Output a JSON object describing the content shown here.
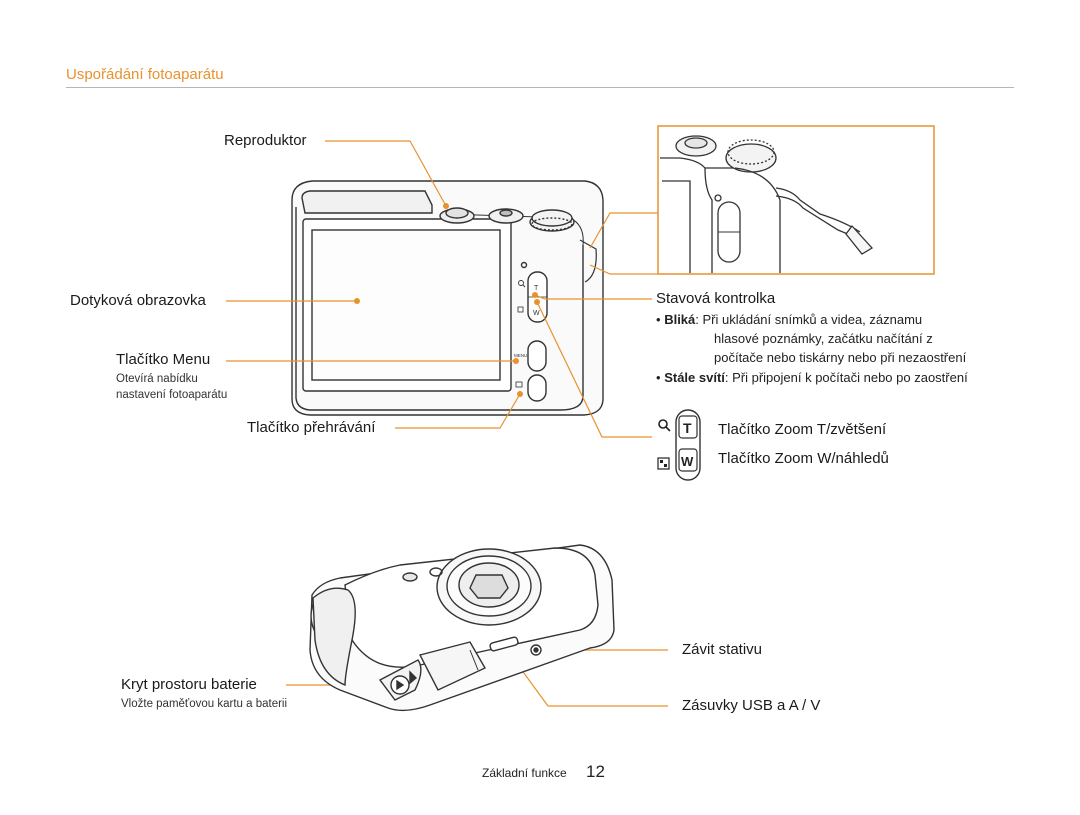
{
  "section_title": "Uspořádání fotoaparátu",
  "labels": {
    "speaker": "Reproduktor",
    "touchscreen": "Dotyková obrazovka",
    "menu_button": "Tlačítko Menu",
    "menu_button_desc_1": "Otevírá nabídku",
    "menu_button_desc_2": "nastavení fotoaparátu",
    "playback_button": "Tlačítko přehrávání",
    "status_lamp": "Stavová kontrolka",
    "zoom_t": "Tlačítko Zoom T/zvětšení",
    "zoom_w": "Tlačítko Zoom W/náhledů",
    "tripod_mount": "Závit stativu",
    "battery_cover": "Kryt prostoru baterie",
    "battery_cover_desc": "Vložte paměťovou kartu a baterii",
    "usb_av": "Zásuvky USB a A / V"
  },
  "status_notes": {
    "blink_term": "Bliká",
    "blink_line1": ": Při ukládání snímků a videa, záznamu",
    "blink_line2": "hlasové poznámky, začátku načítání z",
    "blink_line3": "počítače nebo tiskárny nebo při nezaostření",
    "steady_term": "Stále svítí",
    "steady_text": ": Při připojení k počítači nebo po zaostření"
  },
  "buttons": {
    "zoom_t_letter": "T",
    "zoom_w_letter": "W",
    "menu_text": "MENU"
  },
  "footer": {
    "chapter": "Základní funkce",
    "page": "12"
  },
  "colors": {
    "accent": "#e8922e",
    "leader": "#e8922e",
    "camera_outline": "#333333"
  },
  "icons": [
    "magnifier-icon",
    "thumbnail-grid-icon",
    "playback-icon",
    "bullet-icon"
  ]
}
